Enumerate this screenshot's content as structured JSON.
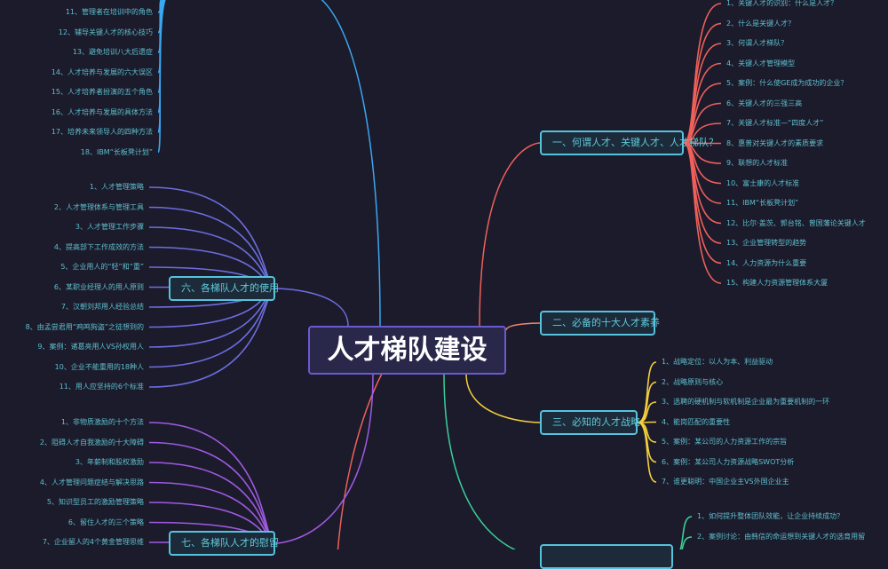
{
  "root": {
    "title": "人才梯队建设",
    "color": "#6a5ad0"
  },
  "branches": [
    {
      "id": "b1",
      "label": "一、何谓人才、关键人才、人才梯队？",
      "color": "#f0605a",
      "children": [
        "1、关键人才的识别：什么是人才？",
        "2、什么是关键人才？",
        "3、何谓人才梯队？",
        "4、关键人才管理模型",
        "5、案例：什么使GE成为成功的企业？",
        "6、关键人才的三强三高",
        "7、关键人才标准—“四度人才”",
        "8、惠普对关键人才的素质要求",
        "9、联想的人才标准",
        "10、富士康的人才标准",
        "11、IBM“长板凳计划”",
        "12、比尔·盖茨、郭台铭、曾国藩论关键人才",
        "13、企业管理转型的趋势",
        "14、人力资源为什么重要",
        "15、构建人力资源管理体系大厦"
      ]
    },
    {
      "id": "b2",
      "label": "二、必备的十大人才素养",
      "color": "#f08a6a",
      "children": []
    },
    {
      "id": "b3",
      "label": "三、必知的人才战略",
      "color": "#f5cf3c",
      "children": [
        "1、战略定位：以人为本、利益驱动",
        "2、战略原则与核心",
        "3、选聘的硬机制与软机制是企业最为重要机制的一环",
        "4、能岗匹配的重要性",
        "5、案例：某公司的人力资源工作的宗旨",
        "6、案例：某公司人力资源战略SWOT分析",
        "7、谁更聪明：中国企业主VS外国企业主"
      ]
    },
    {
      "id": "b4",
      "label": "",
      "color": "#3ccf9a",
      "children": [
        "1、如何提升整体团队效能，让企业持续成功？",
        "2、案例讨论：由韩信的命运想到关键人才的选育用留"
      ]
    },
    {
      "id": "b5",
      "label": "",
      "color": "#3aa8f0",
      "children": [
        "11、管理者在培训中的角色",
        "12、辅导关键人才的核心技巧",
        "13、避免培训八大后遗症",
        "14、人才培养与发展的六大误区",
        "15、人才培养者扮演的五个角色",
        "16、人才培养与发展的具体方法",
        "17、培养未来领导人的四种方法",
        "18、IBM“长板凳计划”"
      ]
    },
    {
      "id": "b6",
      "label": "六、各梯队人才的使用",
      "color": "#6e6ee0",
      "children": [
        "1、人才管理策略",
        "2、人才管理体系与管理工具",
        "3、人才管理工作步骤",
        "4、提高部下工作成效的方法",
        "5、企业用人的“轻”和“重”",
        "6、某职业经理人的用人原则",
        "7、汉朝刘邦用人经验总结",
        "8、由孟尝君用“鸡鸣狗盗”之徒想到的",
        "9、案例：诸葛亮用人VS孙权用人",
        "10、企业不能重用的18种人",
        "11、用人应坚持的6个标准"
      ]
    },
    {
      "id": "b7",
      "label": "七、各梯队人才的慰留",
      "color": "#a05ae0",
      "children": [
        "1、非物质激励的十个方法",
        "2、阻碍人才自我激励的十大障碍",
        "3、年薪制和股权激励",
        "4、人才管理问题症结与解决思路",
        "5、知识型员工的激励管理策略",
        "6、留住人才的三个策略",
        "7、企业留人的4个黄金管理思维"
      ]
    }
  ]
}
